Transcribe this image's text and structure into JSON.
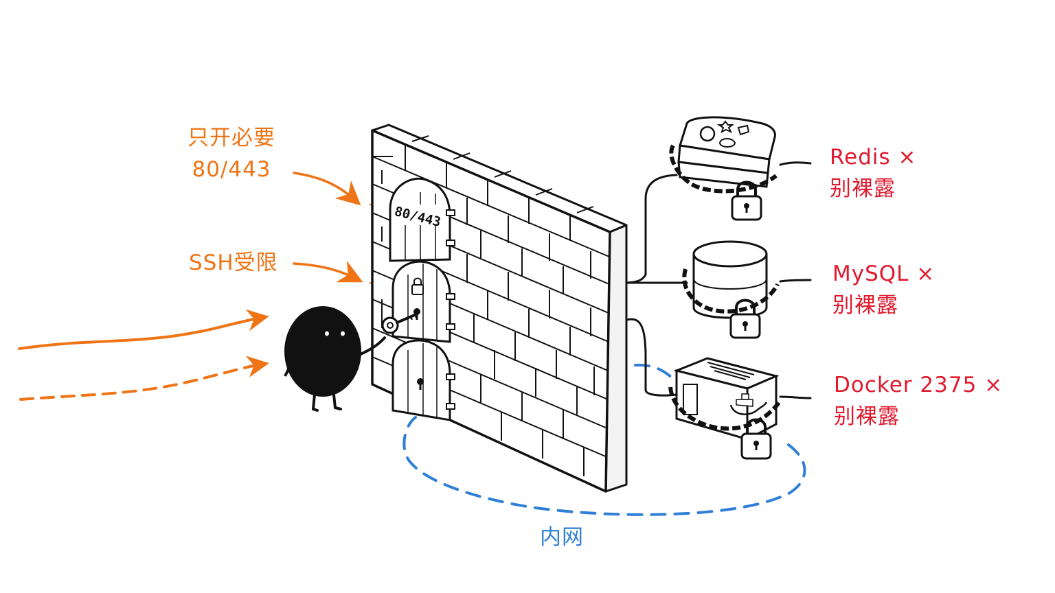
{
  "colors": {
    "accent_orange": "#ef7416",
    "warning_red": "#e0192d",
    "intranet_blue": "#2f7fd6",
    "ink": "#111111"
  },
  "firewall": {
    "open_ports_label": [
      "只开必要",
      "80/443"
    ],
    "ssh_label": "SSH受限",
    "door_port_text": "80/443"
  },
  "services": [
    {
      "name": "Redis",
      "icon": "redis-stack-icon",
      "warning": [
        "Redis ×",
        "别裸露"
      ]
    },
    {
      "name": "MySQL",
      "icon": "database-cylinder-icon",
      "warning": [
        "MySQL ×",
        "别裸露"
      ]
    },
    {
      "name": "Docker",
      "icon": "docker-whale-icon",
      "warning": [
        "Docker 2375 ×",
        "别裸露"
      ]
    }
  ],
  "network": {
    "intranet_label": "内网"
  }
}
